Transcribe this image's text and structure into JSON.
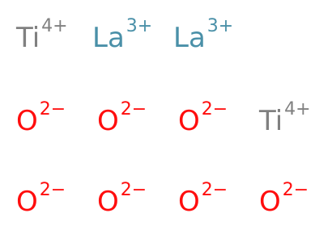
{
  "colors": {
    "Ti": "#808080",
    "La": "#4a90a8",
    "O": "#ff0d0d"
  },
  "ions": [
    {
      "element": "Ti",
      "symbol": "Ti",
      "charge": "4+"
    },
    {
      "element": "La",
      "symbol": "La",
      "charge": "3+"
    },
    {
      "element": "La",
      "symbol": "La",
      "charge": "3+"
    },
    {
      "element": "O",
      "symbol": "O",
      "charge": "2−"
    },
    {
      "element": "O",
      "symbol": "O",
      "charge": "2−"
    },
    {
      "element": "O",
      "symbol": "O",
      "charge": "2−"
    },
    {
      "element": "Ti",
      "symbol": "Ti",
      "charge": "4+"
    },
    {
      "element": "O",
      "symbol": "O",
      "charge": "2−"
    },
    {
      "element": "O",
      "symbol": "O",
      "charge": "2−"
    },
    {
      "element": "O",
      "symbol": "O",
      "charge": "2−"
    },
    {
      "element": "O",
      "symbol": "O",
      "charge": "2−"
    }
  ]
}
